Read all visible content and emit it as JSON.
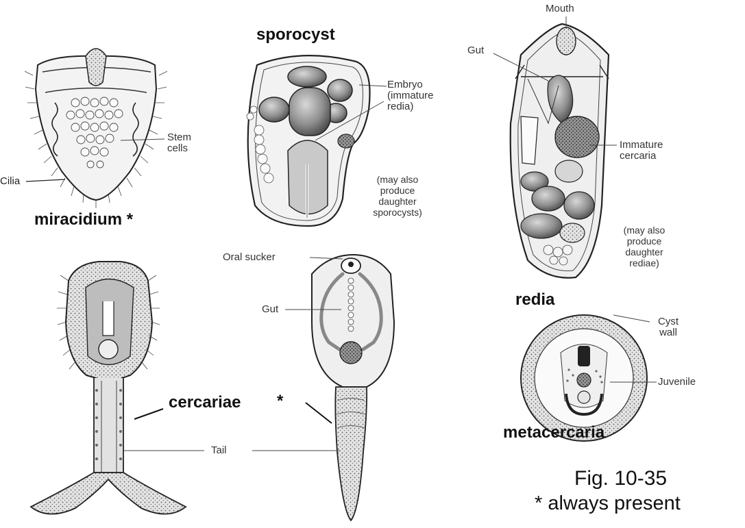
{
  "labels": {
    "mouth": "Mouth",
    "sporocyst": "sporocyst",
    "gut_redia": "Gut",
    "embryo": "Embryo\n(immature\nredia)",
    "stem_cells": "Stem\ncells",
    "cilia": "Cilia",
    "sporocyst_note": "(may also\nproduce\ndaughter\nsporocysts)",
    "immature_cercaria": "Immature\ncercaria",
    "miracidium": "miracidium *",
    "redia_note": "(may also\nproduce\ndaughter\nrediae)",
    "oral_sucker": "Oral sucker",
    "redia": "redia",
    "gut_cercaria": "Gut",
    "cyst_wall": "Cyst\nwall",
    "juvenile": "Juvenile",
    "cercariae": "cercariae",
    "cercariae_star": "*",
    "metacercaria": "metacercaria",
    "tail": "Tail",
    "fig_number": "Fig. 10-35",
    "fig_note": "* always present"
  }
}
